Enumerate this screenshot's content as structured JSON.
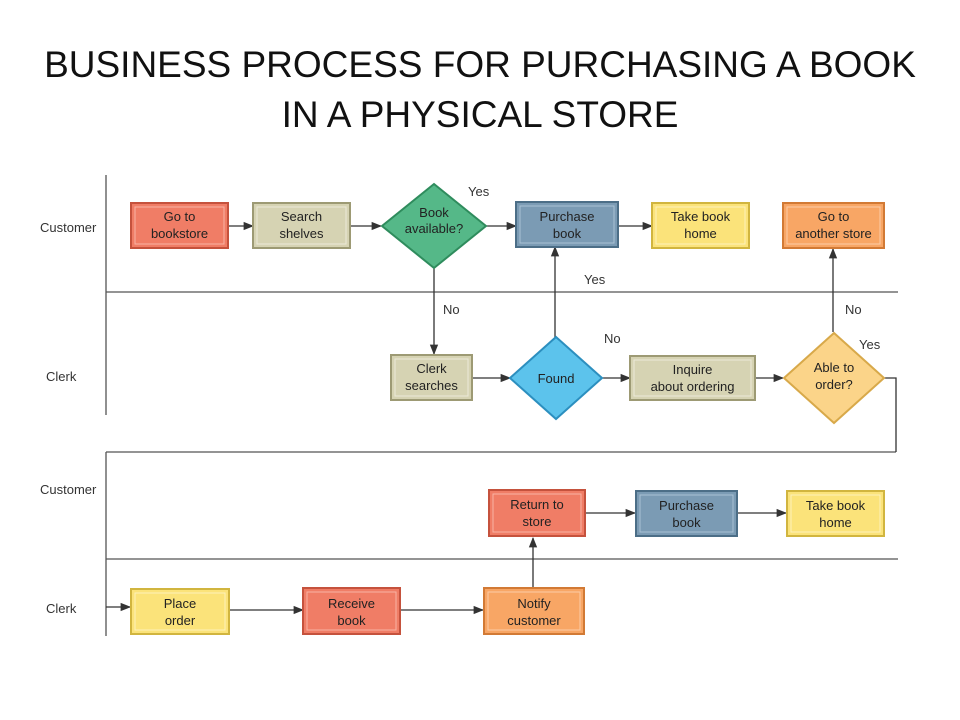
{
  "title": {
    "line1": "BUSINESS PROCESS FOR PURCHASING A BOOK",
    "line2": "IN A PHYSICAL STORE"
  },
  "lanes": {
    "customer_1": "Customer",
    "clerk_1": "Clerk",
    "customer_2": "Customer",
    "clerk_2": "Clerk"
  },
  "nodes": {
    "go_to_bookstore": {
      "l1": "Go to",
      "l2": "bookstore"
    },
    "search_shelves": {
      "l1": "Search",
      "l2": "shelves"
    },
    "book_available": {
      "l1": "Book",
      "l2": "available?"
    },
    "purchase_book_1": {
      "l1": "Purchase",
      "l2": "book"
    },
    "take_book_home_1": {
      "l1": "Take book",
      "l2": "home"
    },
    "go_another_store": {
      "l1": "Go to",
      "l2": "another store"
    },
    "clerk_searches": {
      "l1": "Clerk",
      "l2": "searches"
    },
    "found": {
      "l1": "Found",
      "l2": ""
    },
    "inquire_ordering": {
      "l1": "Inquire",
      "l2": "about ordering"
    },
    "able_to_order": {
      "l1": "Able to",
      "l2": "order?"
    },
    "return_to_store": {
      "l1": "Return to",
      "l2": "store"
    },
    "purchase_book_2": {
      "l1": "Purchase",
      "l2": "book"
    },
    "take_book_home_2": {
      "l1": "Take book",
      "l2": "home"
    },
    "place_order": {
      "l1": "Place",
      "l2": "order"
    },
    "receive_book": {
      "l1": "Receive",
      "l2": "book"
    },
    "notify_customer": {
      "l1": "Notify",
      "l2": "customer"
    }
  },
  "edge_labels": {
    "yes_available": "Yes",
    "no_available": "No",
    "yes_found": "Yes",
    "no_found": "No",
    "no_able": "No",
    "yes_able": "Yes"
  },
  "colors": {
    "red": "#f07d66",
    "olive": "#d6d3b3",
    "green": "#55b888",
    "blue": "#7b9bb4",
    "yellow": "#fbe37a",
    "orange": "#f8a665",
    "cyan": "#5cc3ec",
    "peach": "#fbd489"
  }
}
